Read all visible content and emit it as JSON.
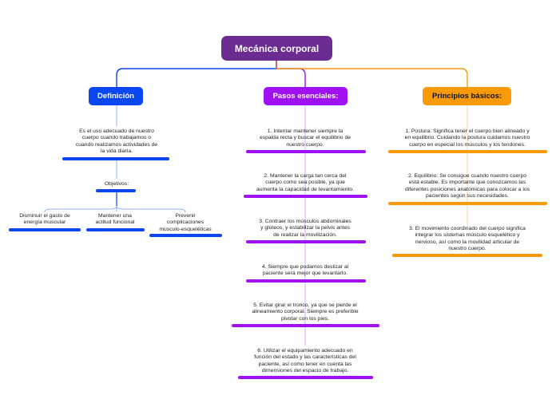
{
  "colors": {
    "root": "#6a2c91",
    "blue": "#0b47f0",
    "purple": "#a010f0",
    "orange": "#f99a0a"
  },
  "root": {
    "title": "Mecánica corporal"
  },
  "branches": {
    "definicion": {
      "label": "Definición",
      "text": "Es el uso adecuado de nuestro\ncuerpo cuando trabajamos o\ncuando realizamos actividades de\nla vida diaria.",
      "objetivos": {
        "label": "Objetivos:",
        "items": [
          "Disminuir el gasto de\nenergía muscular",
          "Mantener una\nactitud funcional",
          "Prevenir\ncomplicaciones\nmusculo-esqueléticas"
        ]
      }
    },
    "pasos": {
      "label": "Pasos esenciales:",
      "items": [
        "1. Intentar mantener siempre la\nespalda recta y buscar el equilibrio de\nnuestro cuerpo.",
        "2. Mantener la carga tan cerca del\ncuerpo como sea posible, ya que\naumenta la capacidad de levantamiento.",
        "3. Contraer los músculos abdominales\ny glúteos, y estabilizar la pelvis antes\nde realizar la movilización.",
        "4. Siempre que podamos deslizar al\npaciente será mejor que levantarlo.",
        "5. Evitar girar el tronco, ya que se pierde el\nalineamiento corporal. Siempre es preferible\npivotar con los pies.",
        "6. Utilizar el equipamiento adecuado en\nfunción del estado y las características del\npaciente, así como tener en cuenta las\ndimensiones del espacio de trabajo."
      ]
    },
    "principios": {
      "label": "Principios básicos:",
      "items": [
        "1. Postura: Significa tener el cuerpo bien alineado y\nen equilibrio. Cuidando la postura cuidamos nuestro\ncuerpo en especial los músculos y los tendones.",
        "2. Equilibrio: Se consigue cuando nuestro cuerpo\nestá estable.  Es importante que conozcamos las\ndiferentes posiciones anatómicas para colocar a los\npacientes según sus necesidades.",
        "3. El movimiento coordinado del cuerpo significa\nintegrar los sistemas músculo esquelético y\nnervioso, así como la movilidad articular de\nnuestro cuerpo."
      ]
    }
  }
}
